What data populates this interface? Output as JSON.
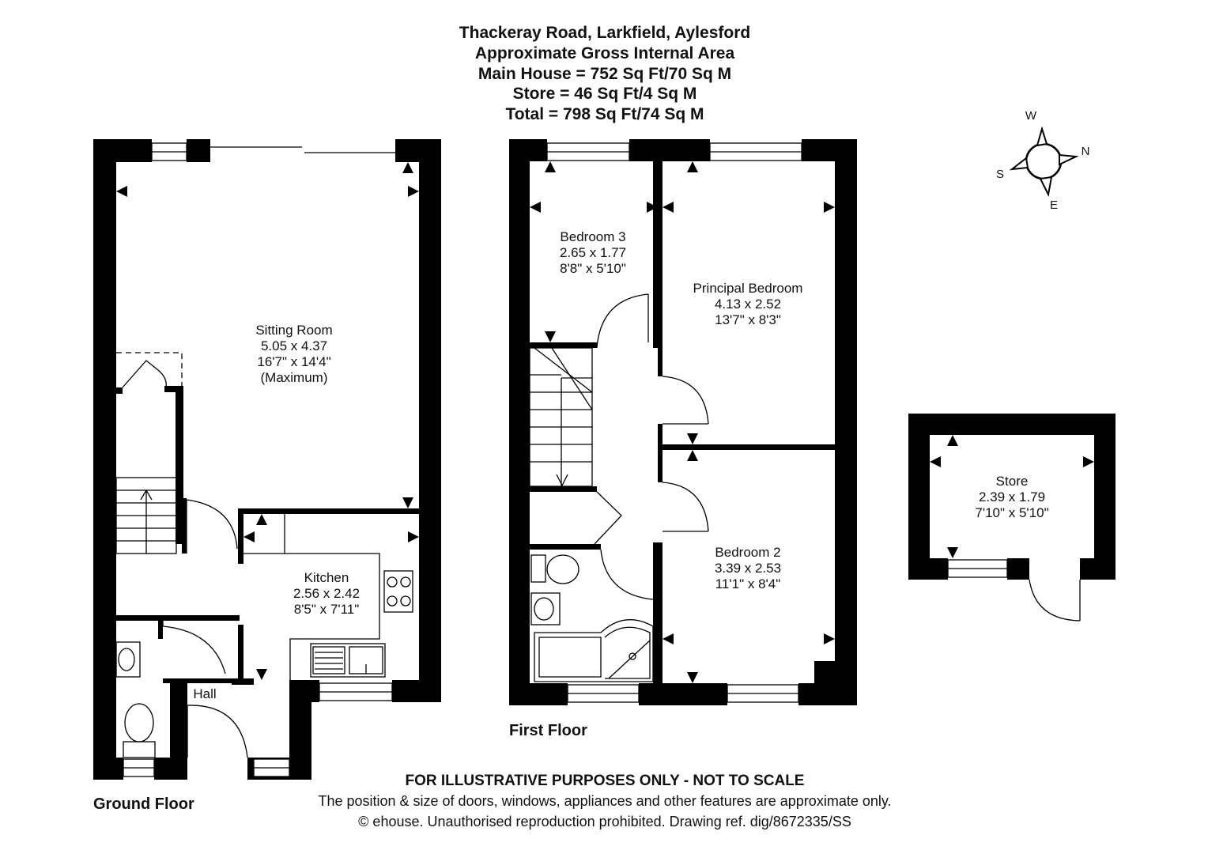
{
  "header": {
    "address": "Thackeray Road, Larkfield, Aylesford",
    "area_title": "Approximate Gross Internal Area",
    "main_house": "Main House = 752 Sq Ft/70 Sq M",
    "store": "Store = 46 Sq Ft/4 Sq M",
    "total": "Total = 798 Sq Ft/74 Sq M"
  },
  "compass": {
    "w": "W",
    "n": "N",
    "s": "S",
    "e": "E"
  },
  "ground_floor": {
    "label": "Ground Floor",
    "sitting_room": {
      "name": "Sitting Room",
      "metric": "5.05 x 4.37",
      "imperial": "16'7\" x 14'4\"",
      "note": "(Maximum)"
    },
    "kitchen": {
      "name": "Kitchen",
      "metric": "2.56 x 2.42",
      "imperial": "8'5\" x 7'11\""
    },
    "hall": {
      "name": "Hall"
    }
  },
  "first_floor": {
    "label": "First Floor",
    "bedroom3": {
      "name": "Bedroom 3",
      "metric": "2.65 x 1.77",
      "imperial": "8'8\" x 5'10\""
    },
    "principal": {
      "name": "Principal Bedroom",
      "metric": "4.13 x 2.52",
      "imperial": "13'7\" x 8'3\""
    },
    "bedroom2": {
      "name": "Bedroom 2",
      "metric": "3.39 x 2.53",
      "imperial": "11'1\" x 8'4\""
    }
  },
  "store_room": {
    "name": "Store",
    "metric": "2.39 x 1.79",
    "imperial": "7'10\" x 5'10\""
  },
  "footer": {
    "disclaimer": "FOR ILLUSTRATIVE PURPOSES ONLY - NOT TO SCALE",
    "note": "The position & size of doors, windows, appliances and other features are approximate only.",
    "copyright": "© ehouse. Unauthorised reproduction prohibited. Drawing ref. dig/8672335/SS"
  }
}
